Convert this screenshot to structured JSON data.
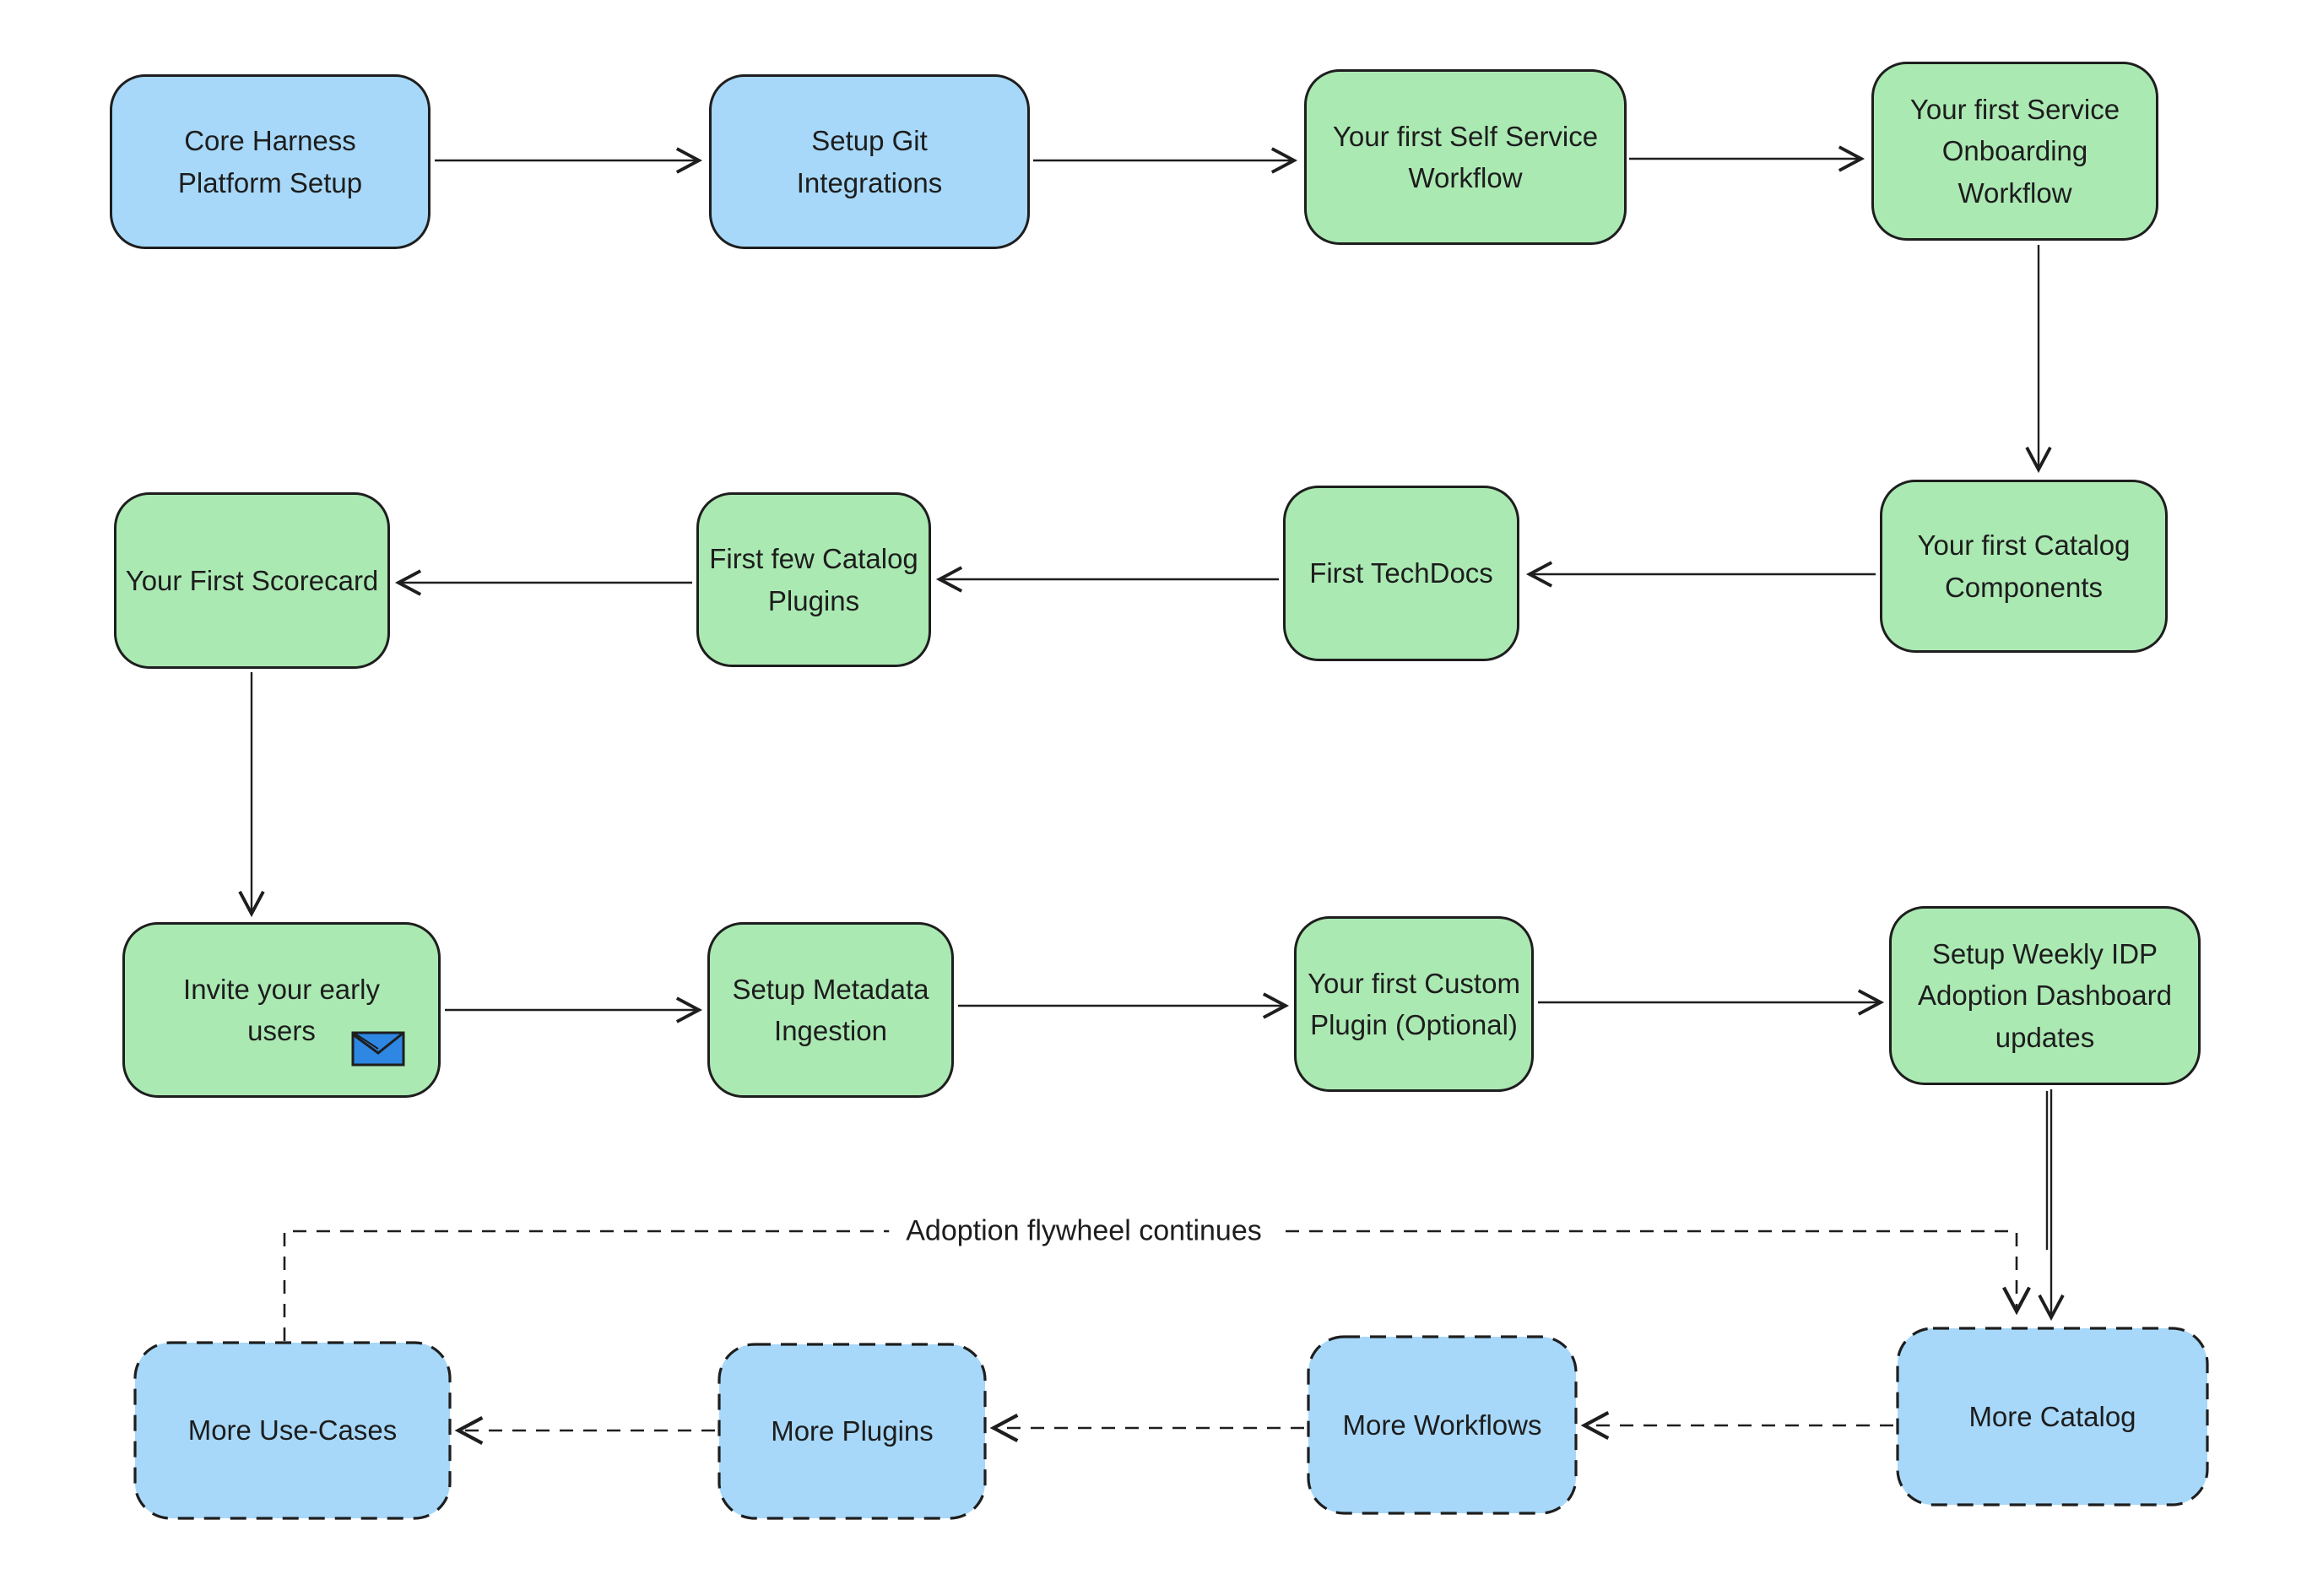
{
  "diagram": {
    "flywheel_label": "Adoption flywheel continues",
    "colors": {
      "node_blue": "#a7d8f9",
      "node_green": "#abe9b3",
      "stroke": "#1e1e1e",
      "envelope_blue": "#2e87e2",
      "background": "#ffffff"
    },
    "nodes": [
      {
        "id": "core-harness-platform-setup",
        "label": "Core Harness\nPlatform Setup",
        "color": "blue",
        "border": "solid"
      },
      {
        "id": "setup-git-integrations",
        "label": "Setup Git\nIntegrations",
        "color": "blue",
        "border": "solid"
      },
      {
        "id": "first-self-service-workflow",
        "label": "Your first Self Service\nWorkflow",
        "color": "green",
        "border": "solid"
      },
      {
        "id": "first-service-onboarding-workflow",
        "label": "Your first Service\nOnboarding\nWorkflow",
        "color": "green",
        "border": "solid"
      },
      {
        "id": "first-catalog-components",
        "label": "Your first Catalog\nComponents",
        "color": "green",
        "border": "solid"
      },
      {
        "id": "first-techdocs",
        "label": "First TechDocs",
        "color": "green",
        "border": "solid"
      },
      {
        "id": "first-few-catalog-plugins",
        "label": "First few Catalog\nPlugins",
        "color": "green",
        "border": "solid"
      },
      {
        "id": "first-scorecard",
        "label": "Your First Scorecard",
        "color": "green",
        "border": "solid"
      },
      {
        "id": "invite-early-users",
        "label": "Invite your early\nusers",
        "color": "green",
        "border": "solid",
        "icon": "envelope-icon"
      },
      {
        "id": "setup-metadata-ingestion",
        "label": "Setup Metadata\nIngestion",
        "color": "green",
        "border": "solid"
      },
      {
        "id": "first-custom-plugin",
        "label": "Your first Custom\nPlugin (Optional)",
        "color": "green",
        "border": "solid"
      },
      {
        "id": "setup-weekly-idp-dashboard",
        "label": "Setup Weekly IDP\nAdoption Dashboard\nupdates",
        "color": "green",
        "border": "solid"
      },
      {
        "id": "more-catalog",
        "label": "More Catalog",
        "color": "blue",
        "border": "dashed"
      },
      {
        "id": "more-workflows",
        "label": "More Workflows",
        "color": "blue",
        "border": "dashed"
      },
      {
        "id": "more-plugins",
        "label": "More Plugins",
        "color": "blue",
        "border": "dashed"
      },
      {
        "id": "more-use-cases",
        "label": "More Use-Cases",
        "color": "blue",
        "border": "dashed"
      }
    ],
    "edges": [
      {
        "from": "core-harness-platform-setup",
        "to": "setup-git-integrations",
        "style": "solid"
      },
      {
        "from": "setup-git-integrations",
        "to": "first-self-service-workflow",
        "style": "solid"
      },
      {
        "from": "first-self-service-workflow",
        "to": "first-service-onboarding-workflow",
        "style": "solid"
      },
      {
        "from": "first-service-onboarding-workflow",
        "to": "first-catalog-components",
        "style": "solid"
      },
      {
        "from": "first-catalog-components",
        "to": "first-techdocs",
        "style": "solid"
      },
      {
        "from": "first-techdocs",
        "to": "first-few-catalog-plugins",
        "style": "solid"
      },
      {
        "from": "first-few-catalog-plugins",
        "to": "first-scorecard",
        "style": "solid"
      },
      {
        "from": "first-scorecard",
        "to": "invite-early-users",
        "style": "solid"
      },
      {
        "from": "invite-early-users",
        "to": "setup-metadata-ingestion",
        "style": "solid"
      },
      {
        "from": "setup-metadata-ingestion",
        "to": "first-custom-plugin",
        "style": "solid"
      },
      {
        "from": "first-custom-plugin",
        "to": "setup-weekly-idp-dashboard",
        "style": "solid"
      },
      {
        "from": "setup-weekly-idp-dashboard",
        "to": "more-catalog",
        "style": "solid"
      },
      {
        "from": "more-catalog",
        "to": "more-workflows",
        "style": "dashed"
      },
      {
        "from": "more-workflows",
        "to": "more-plugins",
        "style": "dashed"
      },
      {
        "from": "more-plugins",
        "to": "more-use-cases",
        "style": "dashed"
      },
      {
        "from": "more-use-cases",
        "to": "more-catalog",
        "style": "dashed",
        "label": "Adoption flywheel continues"
      }
    ]
  }
}
